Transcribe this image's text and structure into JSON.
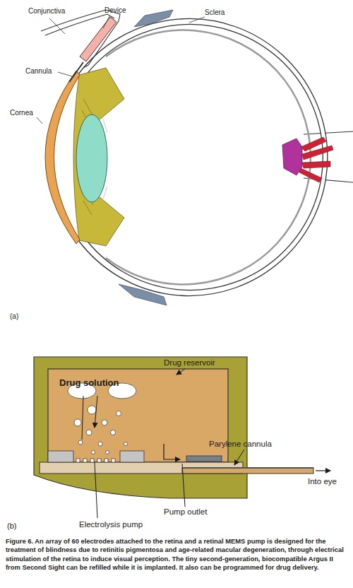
{
  "diagram": {
    "caption": "Figure 6. An array of 60 electrodes attached to the retina and a retinal MEMS pump is designed for the treatment of blindness due to retinitis pigmentosa and age-related macular degeneration, through electrical stimulation of the retina to induce visual perception. The tiny second-generation, biocompatible Argus II from Second Sight can be refilled while it is implanted. It also can be programmed for drug delivery.",
    "labels": [
      "Conjunctiva",
      "Device",
      "Sclera",
      "Cannula",
      "Cornea",
      "(a)",
      "Drug solution",
      "Drug reservoir",
      "Parylene cannula",
      "Into eye",
      "Pump outlet",
      "Electrolysis pump",
      "(b)"
    ]
  }
}
